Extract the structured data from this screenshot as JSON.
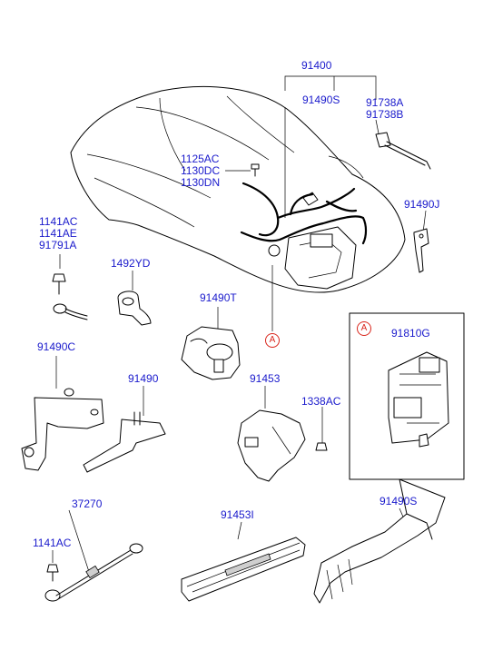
{
  "labels": {
    "n91400": "91400",
    "n91490S_top": "91490S",
    "n91738A": "91738A",
    "n91738B": "91738B",
    "n1125AC": "1125AC",
    "n1130DC": "1130DC",
    "n1130DN": "1130DN",
    "n91490J": "91490J",
    "n1141AC_top": "1141AC",
    "n1141AE": "1141AE",
    "n91791A": "91791A",
    "n1492YD": "1492YD",
    "n91490T": "91490T",
    "n91810G": "91810G",
    "n91490C": "91490C",
    "n91490": "91490",
    "n91453": "91453",
    "n1338AC": "1338AC",
    "n37270": "37270",
    "n1141AC_bottom": "1141AC",
    "n91453I": "91453I",
    "n91490S_bottom": "91490S"
  },
  "callouts": {
    "a_main": "A",
    "a_detail": "A"
  },
  "colors": {
    "part_label": "#1a1acc",
    "callout": "#d9261c",
    "line": "#000000"
  }
}
